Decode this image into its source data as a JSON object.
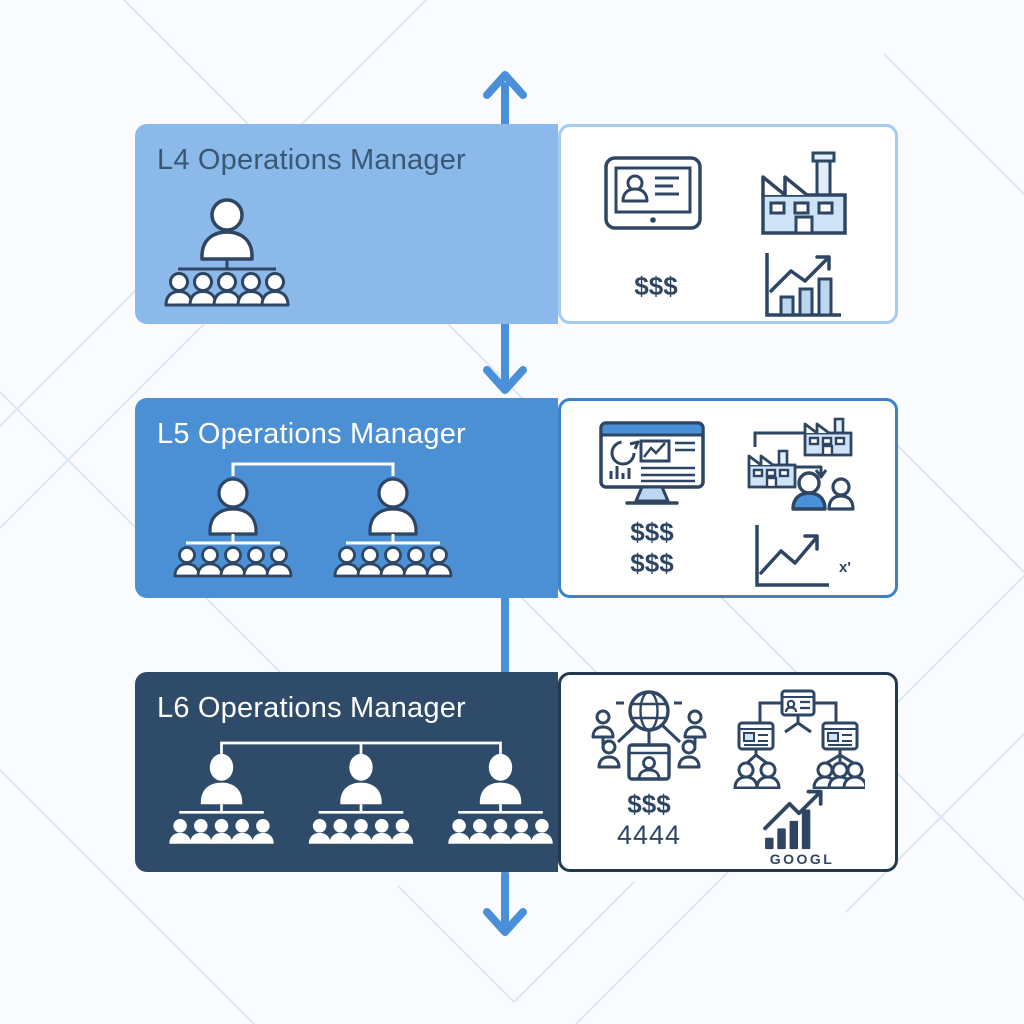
{
  "diagram": {
    "theme": "operations manager level progression",
    "colors": {
      "background": "#f9fbfe",
      "pattern_line": "#dde7f5",
      "arrow_blue": "#4a90d9",
      "icon_stroke_navy": "#2e4663",
      "icon_fill_light_blue": "#cfe3f7",
      "level1_panel": "#8bb9e9",
      "level2_panel": "#4b90d4",
      "level3_panel": "#2e4b69"
    },
    "flow": {
      "direction": "vertical",
      "segments": [
        "arrow-up-top",
        "arrow-down-between-L4-L5",
        "plain-line-between-L5-L6",
        "arrow-down-bottom"
      ]
    },
    "levels": [
      {
        "label": "L4 Operations Manager",
        "org_tree_count": 1,
        "team_size_per_manager": 5,
        "detail_icons": [
          "tablet-profile",
          "factory",
          "dollar-amount",
          "bar-growth-chart"
        ],
        "dollar_amount": "$$$"
      },
      {
        "label": "L5 Operations Manager",
        "org_tree_count": 2,
        "team_size_per_manager": 5,
        "detail_icons": [
          "dashboard-monitor",
          "factory-people-network",
          "dollar-amount",
          "line-growth-chart"
        ],
        "dollar_amount": "$$$",
        "dollar_amount_2": "$$$",
        "chart_annotation": "x'"
      },
      {
        "label": "L6 Operations Manager",
        "org_tree_count": 3,
        "team_size_per_manager": 5,
        "detail_icons": [
          "global-people-network",
          "org-cards-tree",
          "dollar-amount",
          "stock-bar-chart"
        ],
        "dollar_amount": "$$$",
        "dollar_amount_2": "4444",
        "chart_annotation": "GOOGL"
      }
    ]
  }
}
